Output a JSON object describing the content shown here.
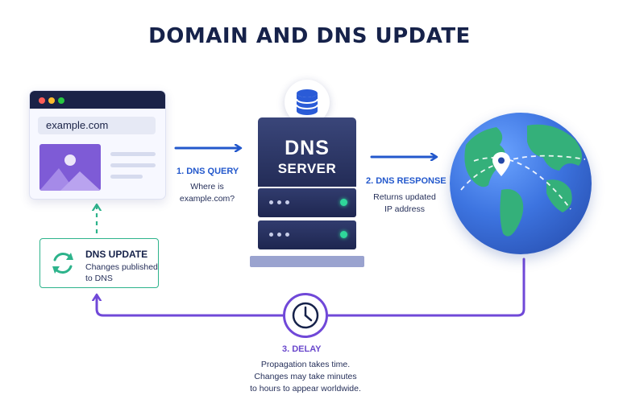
{
  "title": "DOMAIN AND DNS UPDATE",
  "browser": {
    "address": "example.com"
  },
  "dns_update": {
    "title": "DNS UPDATE",
    "text": "Changes published to DNS"
  },
  "step1": {
    "label": "1. DNS QUERY",
    "text_line1": "Where is",
    "text_line2": "example.com?"
  },
  "server": {
    "line1": "DNS",
    "line2": "SERVER"
  },
  "step2": {
    "label": "2. DNS RESPONSE",
    "text_line1": "Returns updated",
    "text_line2": "IP address"
  },
  "step3": {
    "label": "3. DELAY",
    "text_line1": "Propagation takes time.",
    "text_line2": "Changes may take minutes",
    "text_line3": "to hours to appear worldwide."
  },
  "icons": {
    "database": "database-icon",
    "clock": "clock-icon",
    "refresh": "refresh-icon",
    "location_pin": "location-pin-icon",
    "image": "image-icon"
  },
  "colors": {
    "navy": "#16224a",
    "blue_arrow": "#2358cc",
    "purple_arrow": "#7048d8",
    "green_dashed": "#2db38b",
    "server_led": "#2fd69a"
  }
}
